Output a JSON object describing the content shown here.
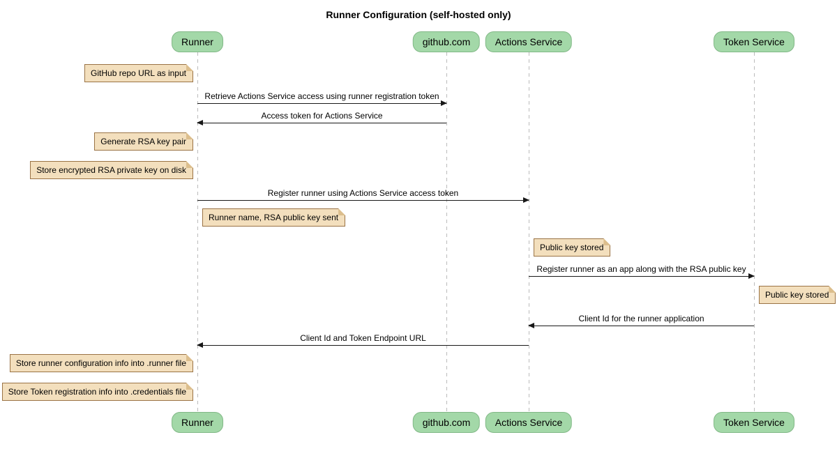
{
  "title": "Runner Configuration (self-hosted only)",
  "diagram_type": "sequence",
  "participants": [
    {
      "name": "Runner"
    },
    {
      "name": "github.com"
    },
    {
      "name": "Actions Service"
    },
    {
      "name": "Token Service"
    }
  ],
  "messages": [
    {
      "from": "Runner",
      "to": "github.com",
      "label": "Retrieve Actions Service access using runner registration token"
    },
    {
      "from": "github.com",
      "to": "Runner",
      "label": "Access token for Actions Service"
    },
    {
      "from": "Runner",
      "to": "Actions Service",
      "label": "Register runner using Actions Service access token"
    },
    {
      "from": "Actions Service",
      "to": "Token Service",
      "label": "Register runner as an app along with the RSA public key"
    },
    {
      "from": "Token Service",
      "to": "Actions Service",
      "label": "Client Id for the runner application"
    },
    {
      "from": "Actions Service",
      "to": "Runner",
      "label": "Client Id and Token Endpoint URL"
    }
  ],
  "notes": [
    {
      "position": "left of Runner",
      "label": "GitHub repo URL as input"
    },
    {
      "position": "left of Runner",
      "label": "Generate RSA key pair"
    },
    {
      "position": "left of Runner",
      "label": "Store encrypted RSA private key on disk"
    },
    {
      "position": "right of Runner",
      "label": "Runner name, RSA public key sent"
    },
    {
      "position": "right of Actions Service",
      "label": "Public key stored"
    },
    {
      "position": "right of Token Service",
      "label": "Public key stored"
    },
    {
      "position": "left of Runner",
      "label": "Store runner configuration info into .runner file"
    },
    {
      "position": "left of Runner",
      "label": "Store Token registration info into .credentials file"
    }
  ],
  "colors": {
    "participant_fill": "#A3D8A8",
    "participant_border": "#81B886",
    "note_fill": "#F3DFBD",
    "note_border": "#9A7345",
    "note_fold": "#DCBE8D",
    "lifeline": "#BBBBBB",
    "arrow": "#181818",
    "background": "#FFFFFF"
  }
}
